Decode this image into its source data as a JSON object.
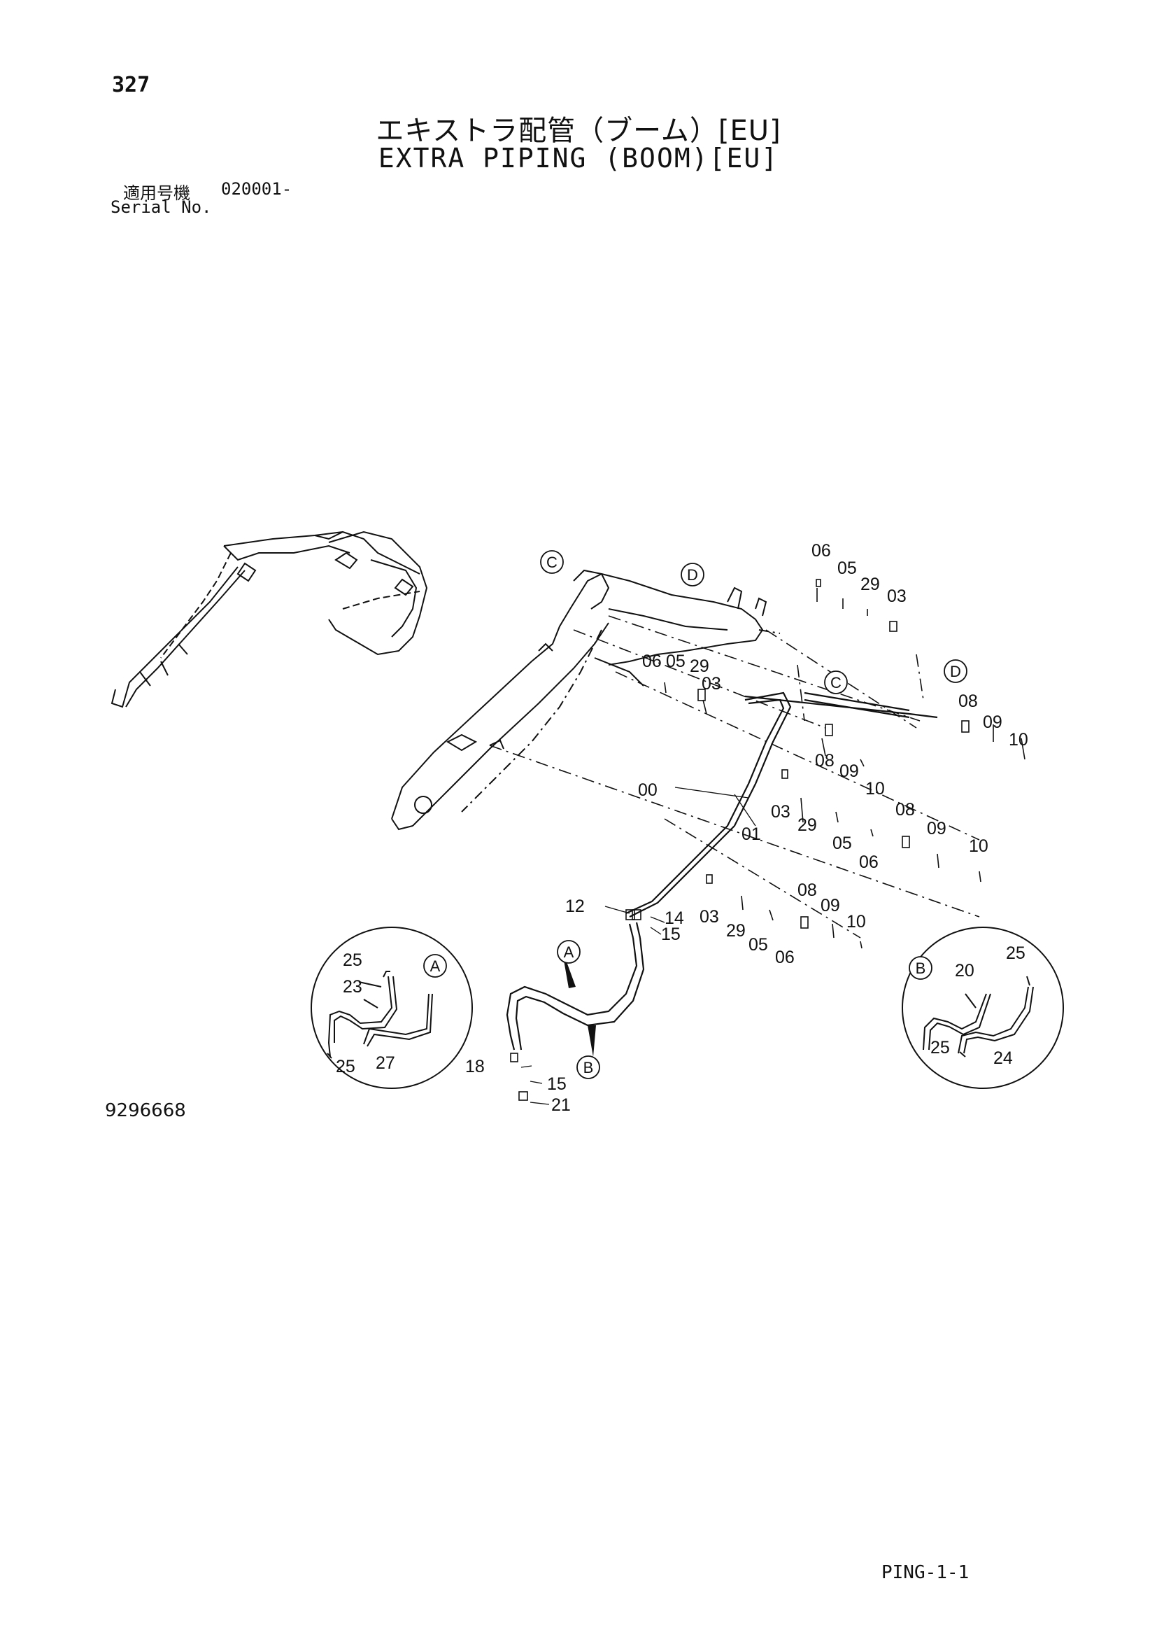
{
  "header": {
    "page_number": "327",
    "title_jp": "エキストラ配管（ブーム）[EU]",
    "title_en": "EXTRA PIPING (BOOM)[EU]"
  },
  "serial": {
    "label_jp": "適用号機",
    "label_en": "Serial No.",
    "value": "020001-"
  },
  "callouts": {
    "c_top": "C",
    "d_top": "D",
    "c_mid": "C",
    "d_right": "D",
    "a_left": "A",
    "b_right": "B",
    "a_arrow": "A",
    "b_arrow": "B"
  },
  "part_labels": {
    "p06a": "06",
    "p05a": "05",
    "p29a": "29",
    "p03a": "03",
    "p06b": "06",
    "p05b": "05",
    "p29b": "29",
    "p03b": "03",
    "p08a": "08",
    "p09a": "09",
    "p10a": "10",
    "p08b": "08",
    "p09b": "09",
    "p10b": "10",
    "p00": "00",
    "p01": "01",
    "p03c": "03",
    "p29c": "29",
    "p05c": "05",
    "p06c": "06",
    "p08c": "08",
    "p09c": "09",
    "p10c": "10",
    "p12": "12",
    "p14": "14",
    "p15a": "15",
    "p03d": "03",
    "p29d": "29",
    "p05d": "05",
    "p06d": "06",
    "p08d": "08",
    "p09d": "09",
    "p10d": "10",
    "p18": "18",
    "p15b": "15",
    "p21": "21",
    "a25a": "25",
    "a23": "23",
    "a25b": "25",
    "a27": "27",
    "b20": "20",
    "b25a": "25",
    "b25b": "25",
    "b24": "24"
  },
  "footer": {
    "drawing_number": "9296668",
    "page_code": "PING-1-1"
  }
}
